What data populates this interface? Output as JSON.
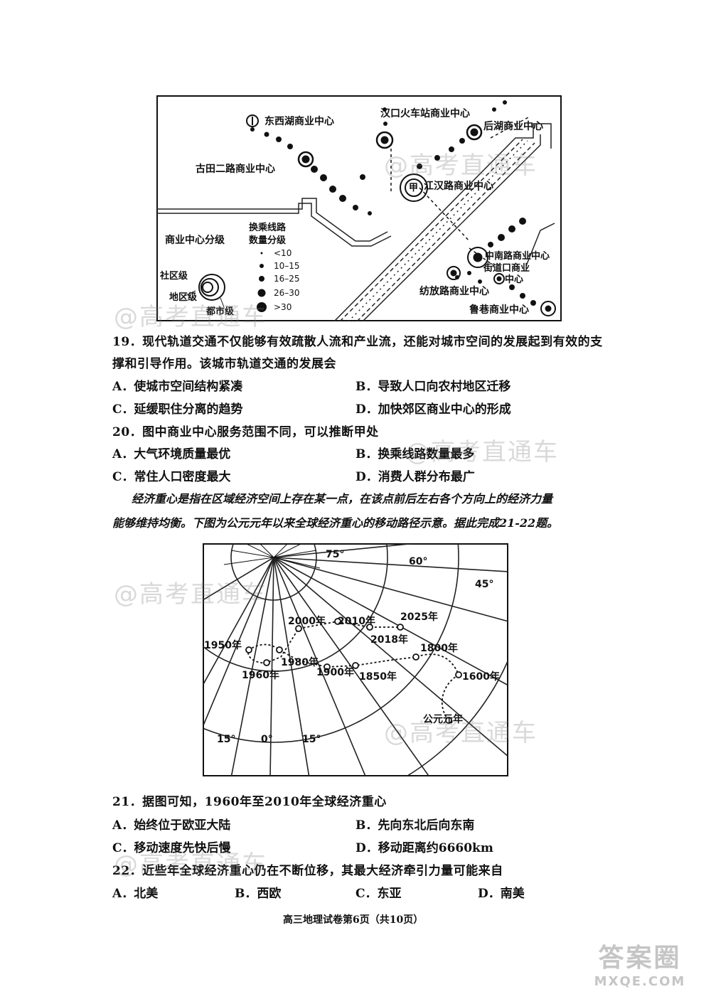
{
  "map1": {
    "centers": {
      "dongxihu": "东西湖商业中心",
      "hankou": "汉口火车站商业中心",
      "houhu": "后湖商业中心",
      "gutian": "古田二路商业中心",
      "jianghan": "江汉路商业中心",
      "jia": "甲",
      "zhongnan": "中南路商业中心",
      "jiedaokou": "街道口商业",
      "jiedaokou2": "中心",
      "fangzhi": "纺放路商业中心",
      "luxiang": "鲁巷商业中心"
    },
    "legend": {
      "level_title": "商业中心分级",
      "community": "社区级",
      "district": "地区级",
      "city": "都市级",
      "lines_title1": "换乘线路",
      "lines_title2": "数量分级",
      "ranges": [
        "<10",
        "10–15",
        "16–25",
        "26–30",
        ">30"
      ]
    }
  },
  "q19": {
    "stem1": "19．现代轨道交通不仅能够有效疏散人流和产业流，还能对城市空间的发展起到有效的支",
    "stem2": "撑和引导作用。该城市轨道交通的发展会",
    "a": "A．使城市空间结构紧凑",
    "b": "B．导致人口向农村地区迁移",
    "c": "C．延缓职住分离的趋势",
    "d": "D．加快郊区商业中心的形成"
  },
  "q20": {
    "stem": "20．图中商业中心服务范围不同，可以推断甲处",
    "a": "A．大气环境质量最优",
    "b": "B．换乘线路数量最多",
    "c": "C．常住人口密度最大",
    "d": "D．消费人群分布最广"
  },
  "intro": {
    "line1": "经济重心是指在区域经济空间上存在某一点，在该点前后左右各个方向上的经济力量",
    "line2": "能够维持均衡。下图为公元元年以来全球经济重心的移动路径示意。据此完成21-22题。"
  },
  "map2": {
    "lat_labels": [
      "75°",
      "60°",
      "45°"
    ],
    "lon_labels": [
      "15°",
      "0°",
      "15°"
    ],
    "points": [
      "1950年",
      "1960年",
      "1980年",
      "2000年",
      "2010年",
      "2018年",
      "2025年",
      "1900年",
      "1850年",
      "1800年",
      "1600年",
      "公元元年"
    ]
  },
  "q21": {
    "stem": "21．据图可知，1960年至2010年全球经济重心",
    "a": "A．始终位于欧亚大陆",
    "b": "B．先向东北后向东南",
    "c": "C．移动速度先快后慢",
    "d": "D．移动距离约6660km"
  },
  "q22": {
    "stem": "22．近些年全球经济重心仍在不断位移，其最大经济牵引力量可能来自",
    "a": "A．北美",
    "b": "B．西欧",
    "c": "C．东亚",
    "d": "D．南美"
  },
  "footer": "高三地理试卷第6页（共10页）",
  "watermarks": [
    "@高考直通车",
    "@高考直通车",
    "@高考直通车",
    "@高考直通车",
    "@高考直通车",
    "@高考直通车"
  ],
  "corner_logo": [
    "答案圈",
    "MXQE.COM"
  ]
}
